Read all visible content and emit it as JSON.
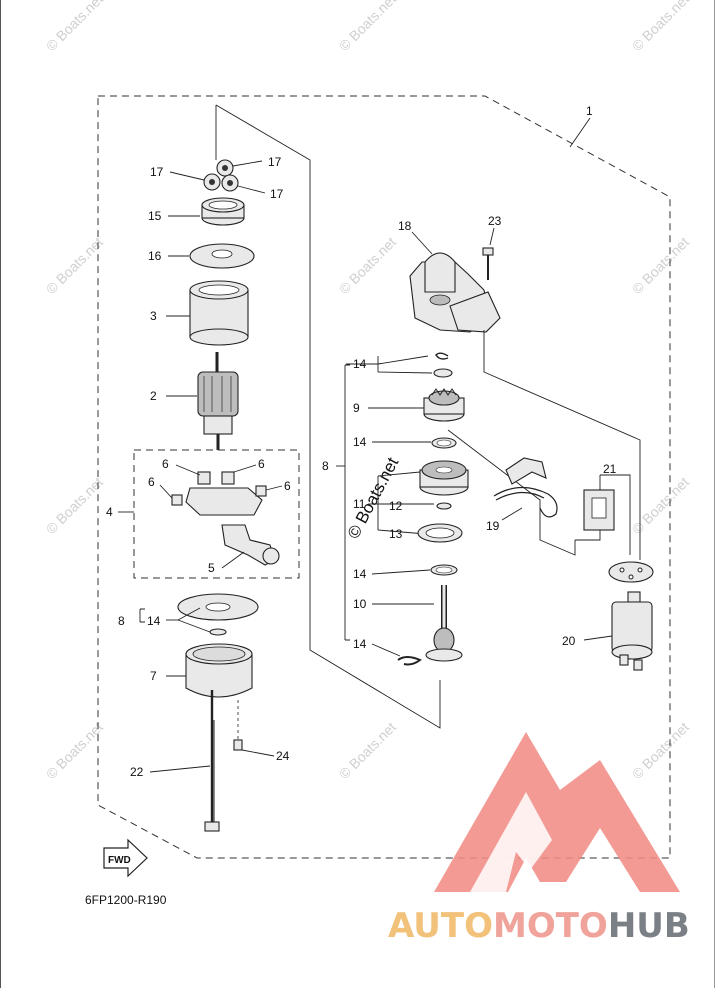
{
  "diagram_code": "6FP1200-R190",
  "fwd_label": "FWD",
  "watermark_text": "© Boats.net",
  "logo": {
    "part1": "AUTO",
    "part2": "MOTO",
    "part3": "HUB"
  },
  "callouts": {
    "c1": "1",
    "c2": "2",
    "c3": "3",
    "c4": "4",
    "c5": "5",
    "c6a": "6",
    "c6b": "6",
    "c6c": "6",
    "c6d": "6",
    "c7": "7",
    "c8a": "8",
    "c8b": "8",
    "c9": "9",
    "c10": "10",
    "c11": "11",
    "c12": "12",
    "c13": "13",
    "c14a": "14",
    "c14b": "14",
    "c14c": "14",
    "c14d": "14",
    "c14e": "14",
    "c15": "15",
    "c16": "16",
    "c17a": "17",
    "c17b": "17",
    "c17c": "17",
    "c18": "18",
    "c19": "19",
    "c20": "20",
    "c21": "21",
    "c22": "22",
    "c23": "23",
    "c24": "24"
  },
  "colors": {
    "logo_triangle": "#f08c84",
    "logo_auto": "#f2c17a",
    "logo_moto": "#f0a39a",
    "logo_hub": "#7b7f86"
  }
}
